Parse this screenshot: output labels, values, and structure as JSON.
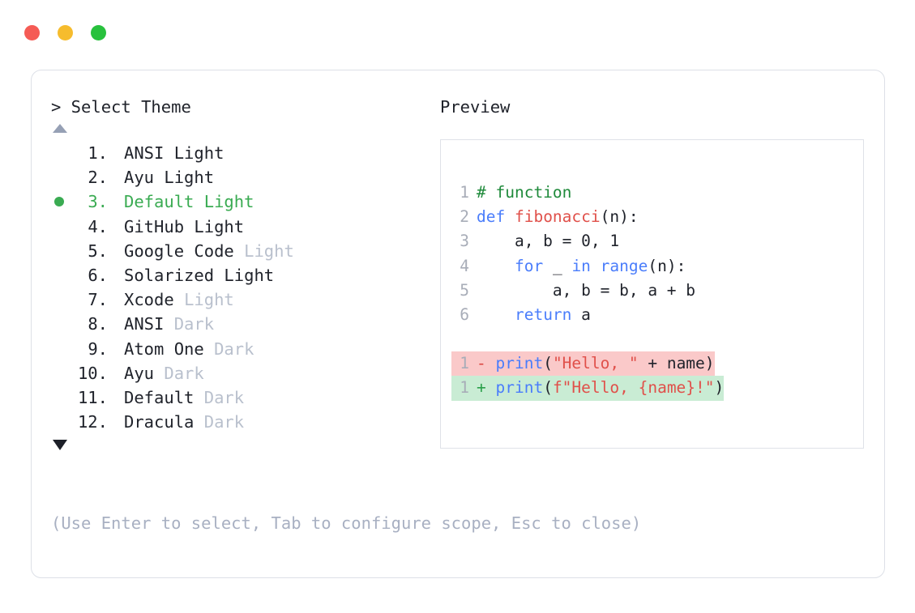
{
  "window": {
    "traffic_lights": [
      {
        "name": "close",
        "color": "#f55b55"
      },
      {
        "name": "minimize",
        "color": "#f6bc2d"
      },
      {
        "name": "maximize",
        "color": "#28c13d"
      }
    ]
  },
  "picker": {
    "prompt": "> Select Theme",
    "scroll_up_icon": "triangle-up-icon",
    "scroll_down_icon": "triangle-down-icon",
    "selected_index": 3,
    "items": [
      {
        "num": "1.",
        "name": "ANSI",
        "suffix": "Light",
        "suffix_muted": false,
        "selected": false
      },
      {
        "num": "2.",
        "name": "Ayu",
        "suffix": "Light",
        "suffix_muted": false,
        "selected": false
      },
      {
        "num": "3.",
        "name": "Default",
        "suffix": "Light",
        "suffix_muted": false,
        "selected": true
      },
      {
        "num": "4.",
        "name": "GitHub",
        "suffix": "Light",
        "suffix_muted": false,
        "selected": false
      },
      {
        "num": "5.",
        "name": "Google Code",
        "suffix": "Light",
        "suffix_muted": true,
        "selected": false
      },
      {
        "num": "6.",
        "name": "Solarized",
        "suffix": "Light",
        "suffix_muted": false,
        "selected": false
      },
      {
        "num": "7.",
        "name": "Xcode",
        "suffix": "Light",
        "suffix_muted": true,
        "selected": false
      },
      {
        "num": "8.",
        "name": "ANSI",
        "suffix": "Dark",
        "suffix_muted": true,
        "selected": false
      },
      {
        "num": "9.",
        "name": "Atom One",
        "suffix": "Dark",
        "suffix_muted": true,
        "selected": false
      },
      {
        "num": "10.",
        "name": "Ayu",
        "suffix": "Dark",
        "suffix_muted": true,
        "selected": false
      },
      {
        "num": "11.",
        "name": "Default",
        "suffix": "Dark",
        "suffix_muted": true,
        "selected": false
      },
      {
        "num": "12.",
        "name": "Dracula",
        "suffix": "Dark",
        "suffix_muted": true,
        "selected": false
      }
    ],
    "help_text": "(Use Enter to select, Tab to configure scope, Esc to close)"
  },
  "preview": {
    "label": "Preview",
    "code_lines": [
      {
        "no": "1",
        "tokens": [
          {
            "t": "# function",
            "c": "comment"
          }
        ]
      },
      {
        "no": "2",
        "tokens": [
          {
            "t": "def ",
            "c": "keyword"
          },
          {
            "t": "fibonacci",
            "c": "func"
          },
          {
            "t": "(n):",
            "c": "plain"
          }
        ]
      },
      {
        "no": "3",
        "tokens": [
          {
            "t": "    a, b = 0, 1",
            "c": "plain"
          }
        ]
      },
      {
        "no": "4",
        "tokens": [
          {
            "t": "    ",
            "c": "plain"
          },
          {
            "t": "for",
            "c": "keyword"
          },
          {
            "t": " _ ",
            "c": "plain"
          },
          {
            "t": "in range",
            "c": "keyword"
          },
          {
            "t": "(n):",
            "c": "plain"
          }
        ]
      },
      {
        "no": "5",
        "tokens": [
          {
            "t": "        a, b = b, a + b",
            "c": "plain"
          }
        ]
      },
      {
        "no": "6",
        "tokens": [
          {
            "t": "    ",
            "c": "plain"
          },
          {
            "t": "return",
            "c": "keyword"
          },
          {
            "t": " a",
            "c": "plain"
          }
        ]
      }
    ],
    "diff_lines": [
      {
        "no": "1",
        "marker": "-",
        "marker_kind": "minus",
        "kind": "del",
        "tokens": [
          {
            "t": "print",
            "c": "keyword"
          },
          {
            "t": "(",
            "c": "plain"
          },
          {
            "t": "\"Hello, \"",
            "c": "string"
          },
          {
            "t": " + name)",
            "c": "plain"
          }
        ]
      },
      {
        "no": "1",
        "marker": "+",
        "marker_kind": "plus",
        "kind": "add",
        "tokens": [
          {
            "t": "print",
            "c": "keyword"
          },
          {
            "t": "(",
            "c": "plain"
          },
          {
            "t": "f\"Hello, {name}!\"",
            "c": "string"
          },
          {
            "t": ")",
            "c": "plain"
          }
        ]
      }
    ]
  },
  "colors": {
    "selected_green": "#3aab52",
    "muted": "#b9c0cd",
    "help": "#a8b0c2",
    "border": "#dde0e7",
    "preview_border": "#dfe2e8",
    "diff_del_bg": "#fac9c9",
    "diff_add_bg": "#c9ecd4",
    "keyword": "#4a7dfb",
    "string": "#e0504a",
    "comment": "#1f8a3b",
    "text": "#20232b"
  }
}
